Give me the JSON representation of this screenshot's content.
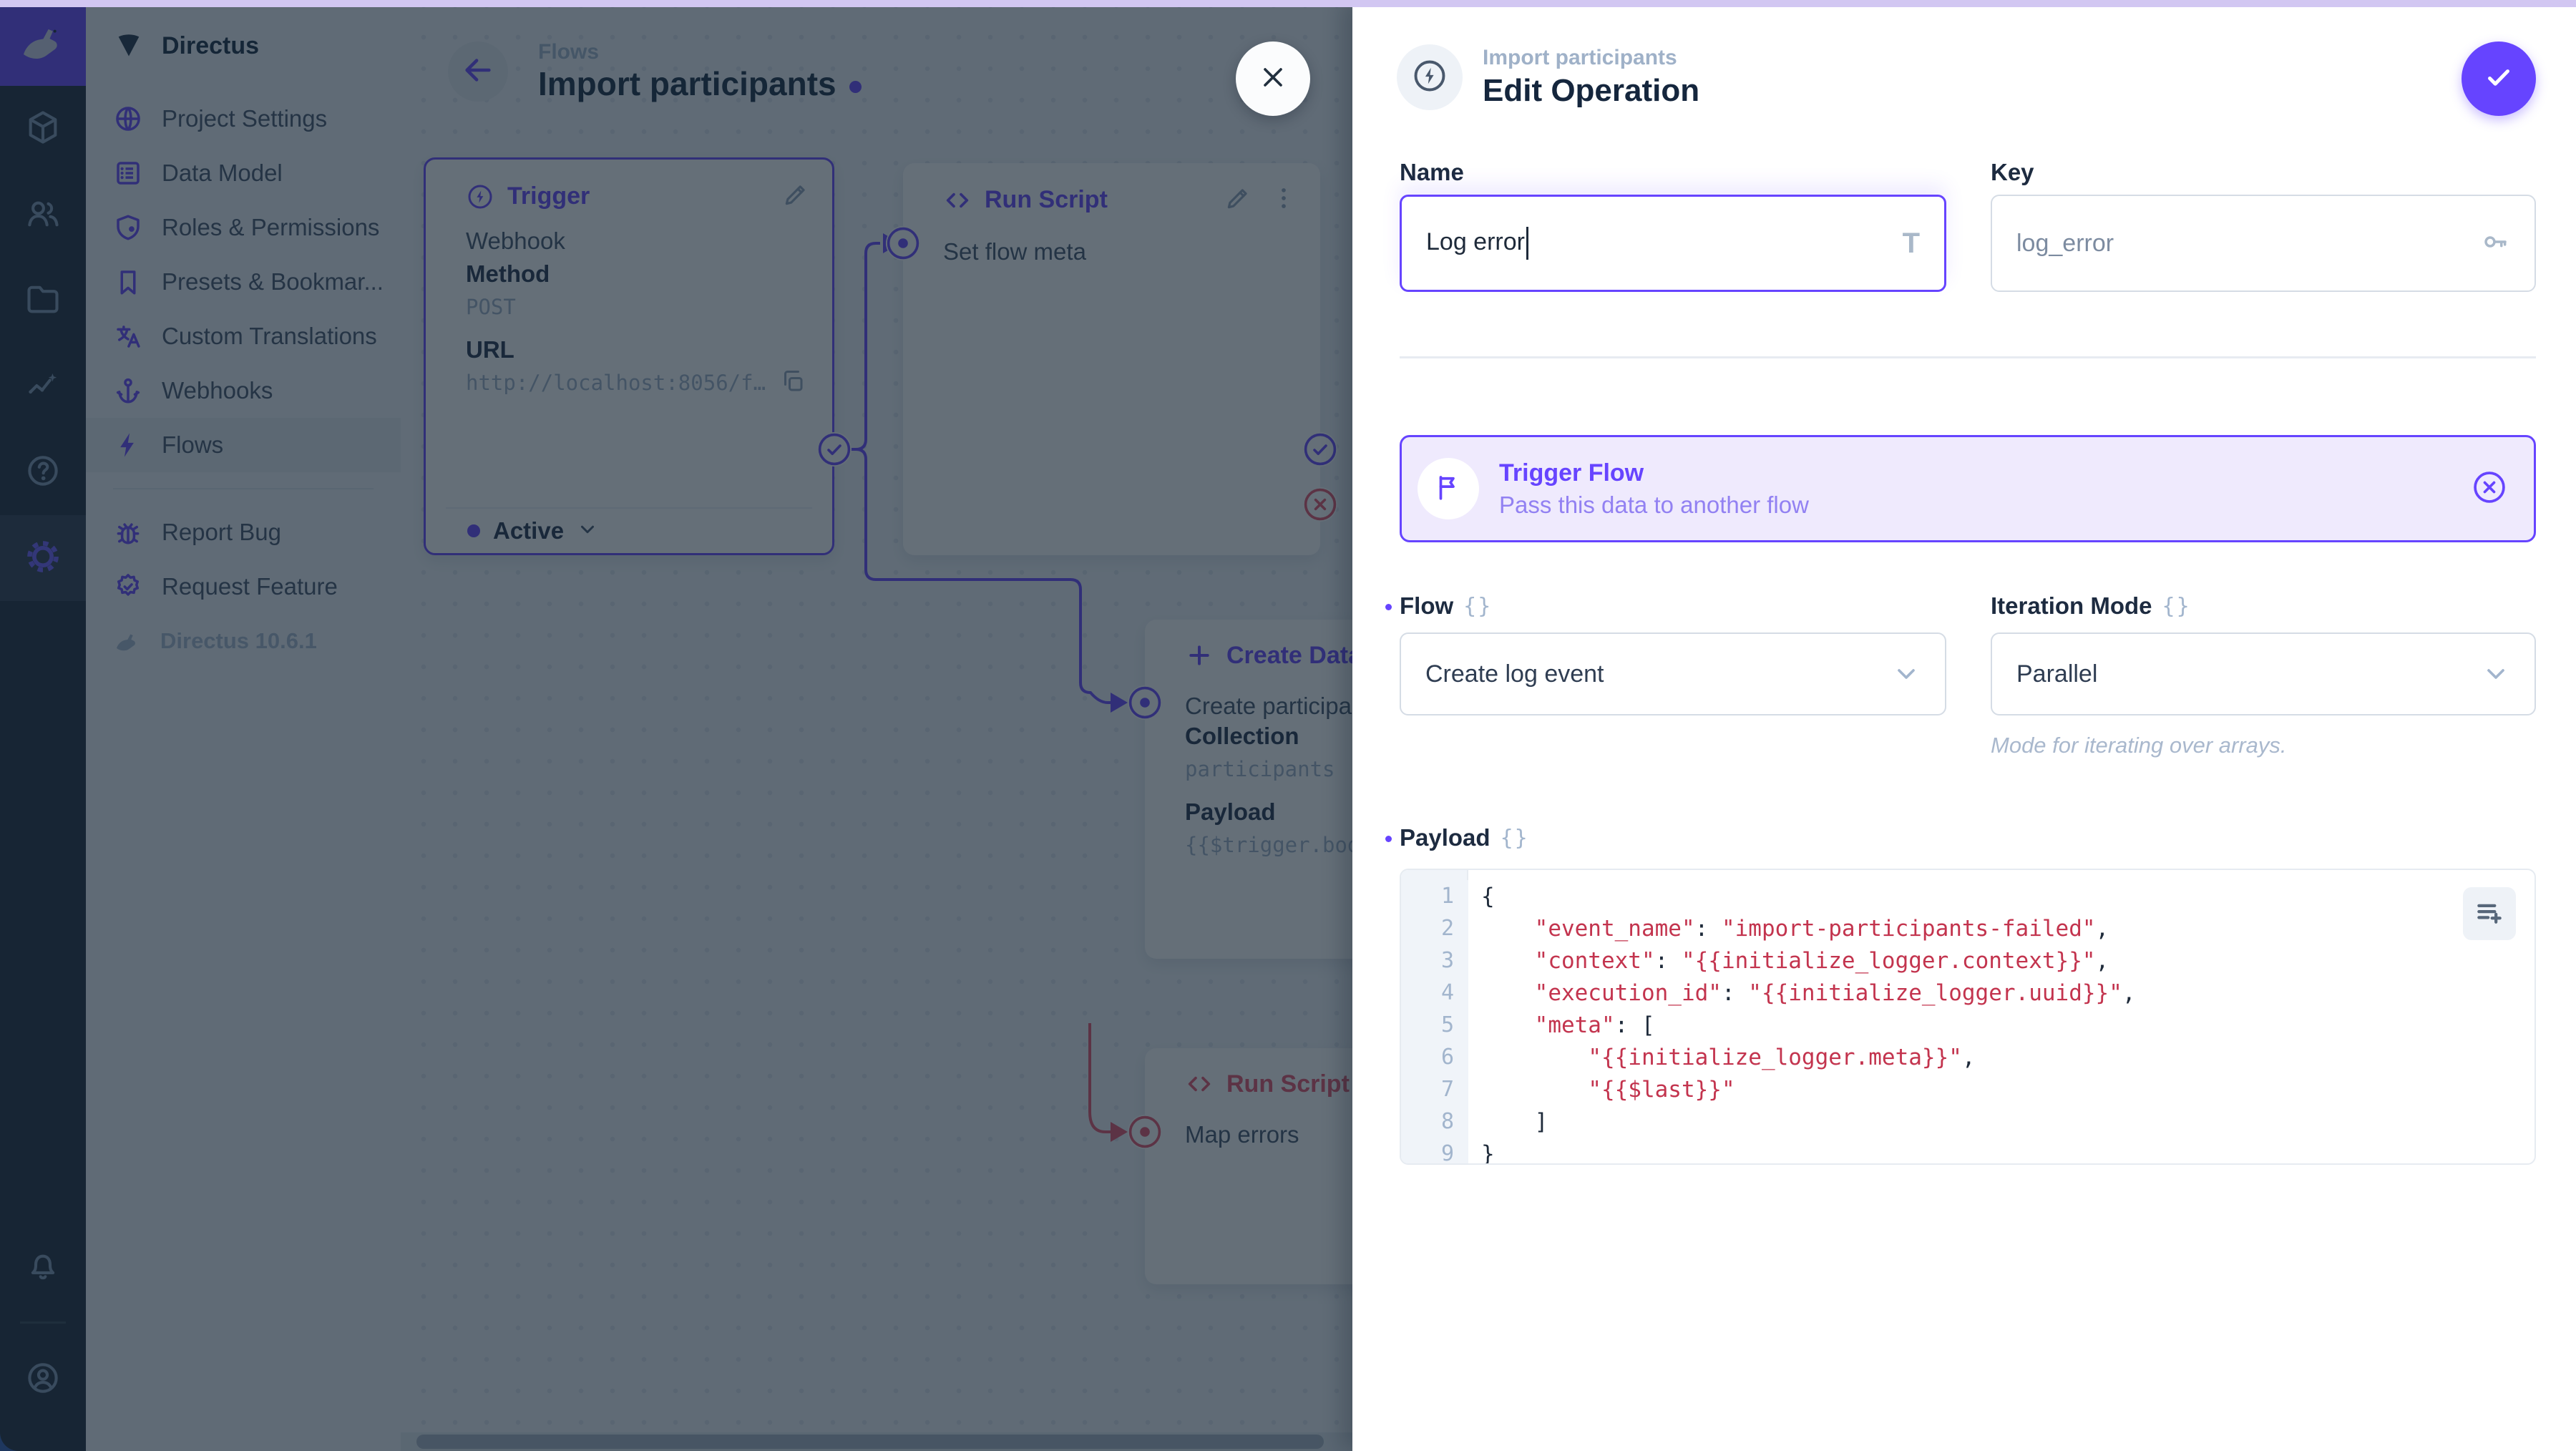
{
  "app": {
    "accent_color": "#6644ff",
    "danger_color": "#e35169",
    "top_strip_color": "#d2c7f2"
  },
  "module_bar": {
    "logo_icon": "directus-rabbit-icon",
    "items": [
      {
        "name": "collections",
        "icon": "cube-icon",
        "active": false
      },
      {
        "name": "users",
        "icon": "people-icon",
        "active": false
      },
      {
        "name": "files",
        "icon": "folder-icon",
        "active": false
      },
      {
        "name": "insights",
        "icon": "insights-icon",
        "active": false
      },
      {
        "name": "docs",
        "icon": "help-icon",
        "active": false
      },
      {
        "name": "settings",
        "icon": "gear-icon",
        "active": true
      }
    ],
    "bottom": [
      {
        "name": "notifications",
        "icon": "bell-icon"
      },
      {
        "name": "account",
        "icon": "person-circle-icon"
      }
    ]
  },
  "sidebar": {
    "project_name": "Directus",
    "project_icon": "fan-icon",
    "items": [
      {
        "label": "Project Settings",
        "icon": "globe",
        "active": false
      },
      {
        "label": "Data Model",
        "icon": "list",
        "active": false
      },
      {
        "label": "Roles & Permissions",
        "icon": "shield",
        "active": false
      },
      {
        "label": "Presets & Bookmar...",
        "icon": "bookmark",
        "active": false
      },
      {
        "label": "Custom Translations",
        "icon": "translate",
        "active": false
      },
      {
        "label": "Webhooks",
        "icon": "anchor",
        "active": false
      },
      {
        "label": "Flows",
        "icon": "bolt",
        "active": true
      }
    ],
    "secondary_items": [
      {
        "label": "Report Bug",
        "icon": "bug",
        "active": false
      },
      {
        "label": "Request Feature",
        "icon": "badge",
        "active": false
      }
    ],
    "version": "Directus 10.6.1"
  },
  "canvas": {
    "breadcrumb": "Flows",
    "title": "Import participants",
    "trigger_panel": {
      "title": "Trigger",
      "type": "Webhook",
      "method_label": "Method",
      "method": "POST",
      "url_label": "URL",
      "url": "http://localhost:8056/f…",
      "status": "Active"
    },
    "run_script_panel": {
      "title": "Run Script",
      "node": "Set flow meta"
    },
    "create_data_panel": {
      "title": "Create Data",
      "node": "Create participant",
      "collection_label": "Collection",
      "collection": "participants",
      "payload_label": "Payload",
      "payload_preview": "{{$trigger.bod"
    },
    "map_errors_panel": {
      "title": "Run Script",
      "node": "Map errors"
    }
  },
  "drawer": {
    "breadcrumb": "Import participants",
    "title": "Edit Operation",
    "name_field": {
      "label": "Name",
      "value": "Log error"
    },
    "key_field": {
      "label": "Key",
      "value": "log_error"
    },
    "trigger_flow_card": {
      "title": "Trigger Flow",
      "subtitle": "Pass this data to another flow"
    },
    "flow_field": {
      "label": "Flow",
      "value": "Create log event"
    },
    "iteration_field": {
      "label": "Iteration Mode",
      "value": "Parallel",
      "helper": "Mode for iterating over arrays."
    },
    "payload_field": {
      "label": "Payload",
      "code_lines": [
        "{",
        "    \"event_name\": \"import-participants-failed\",",
        "    \"context\": \"{{initialize_logger.context}}\",",
        "    \"execution_id\": \"{{initialize_logger.uuid}}\",",
        "    \"meta\": [",
        "        \"{{initialize_logger.meta}}\",",
        "        \"{{$last}}\"",
        "    ]",
        "}"
      ]
    }
  }
}
